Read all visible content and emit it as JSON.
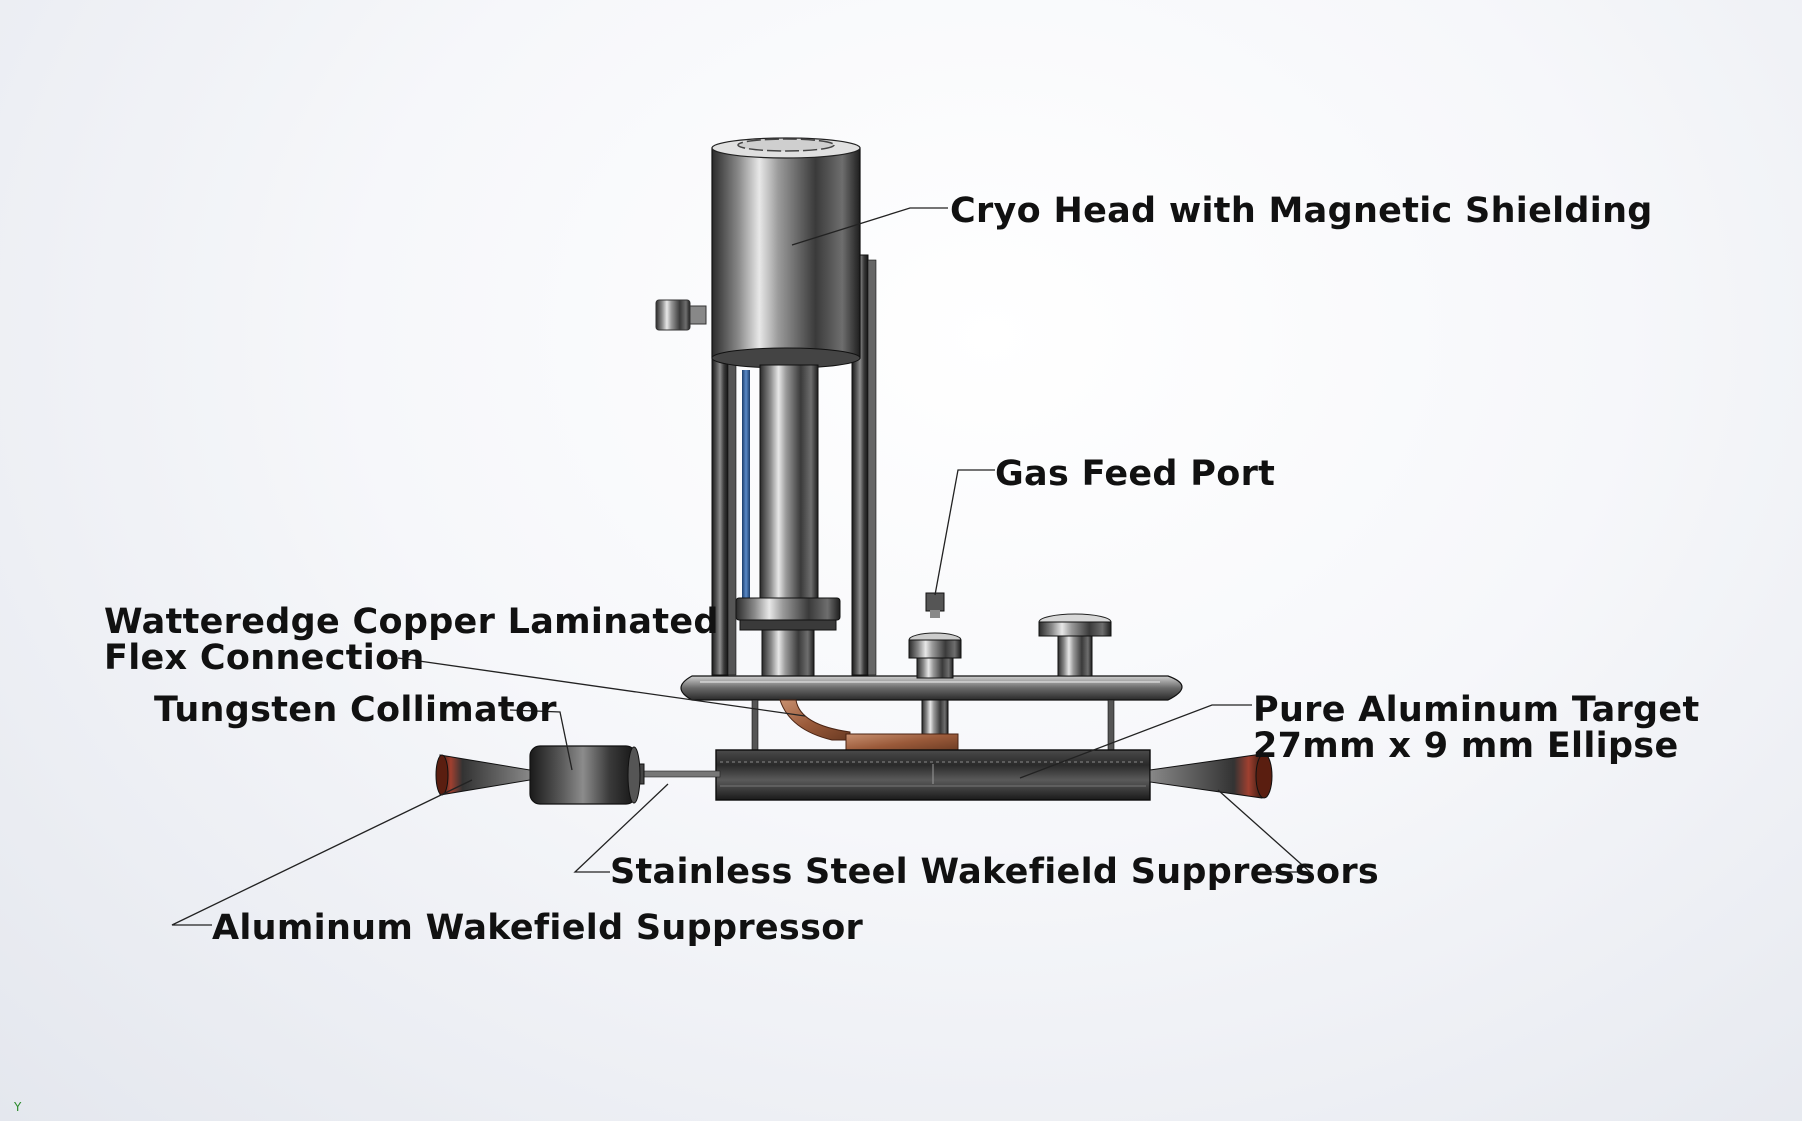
{
  "labels": {
    "cryo_head": "Cryo Head with Magnetic Shielding",
    "gas_feed_port": "Gas Feed Port",
    "flex_connection_line1": "Watteredge Copper Laminated",
    "flex_connection_line2": "Flex Connection",
    "tungsten_collimator": "Tungsten Collimator",
    "target_line1": "Pure Aluminum Target",
    "target_line2": "27mm x 9 mm Ellipse",
    "stainless_suppressors": "Stainless Steel Wakefield Suppressors",
    "aluminum_suppressor": "Aluminum Wakefield Suppressor"
  },
  "axis_indicator": "Y"
}
